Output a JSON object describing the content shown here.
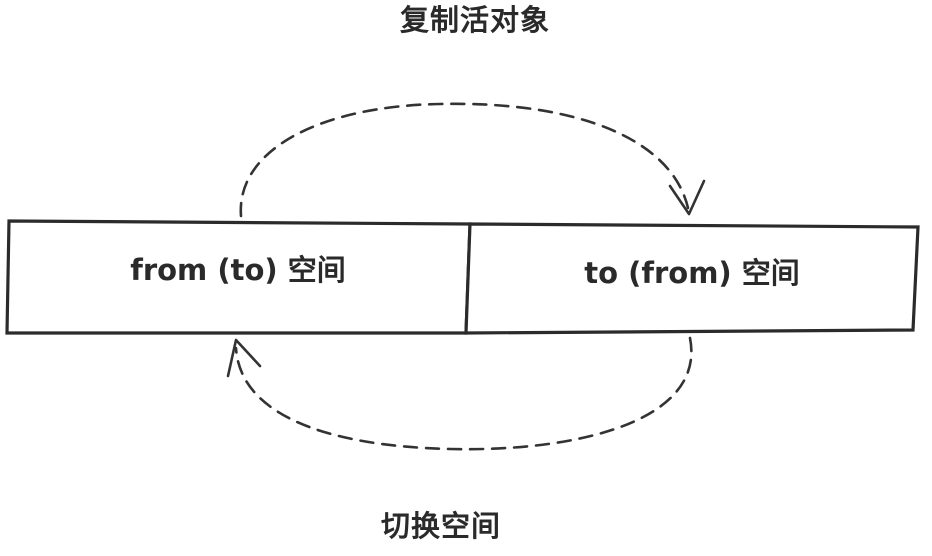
{
  "diagram": {
    "top_caption": "复制活对象",
    "bottom_caption": "切换空间",
    "left_box_label": "from (to) 空间",
    "right_box_label": "to (from) 空间"
  }
}
